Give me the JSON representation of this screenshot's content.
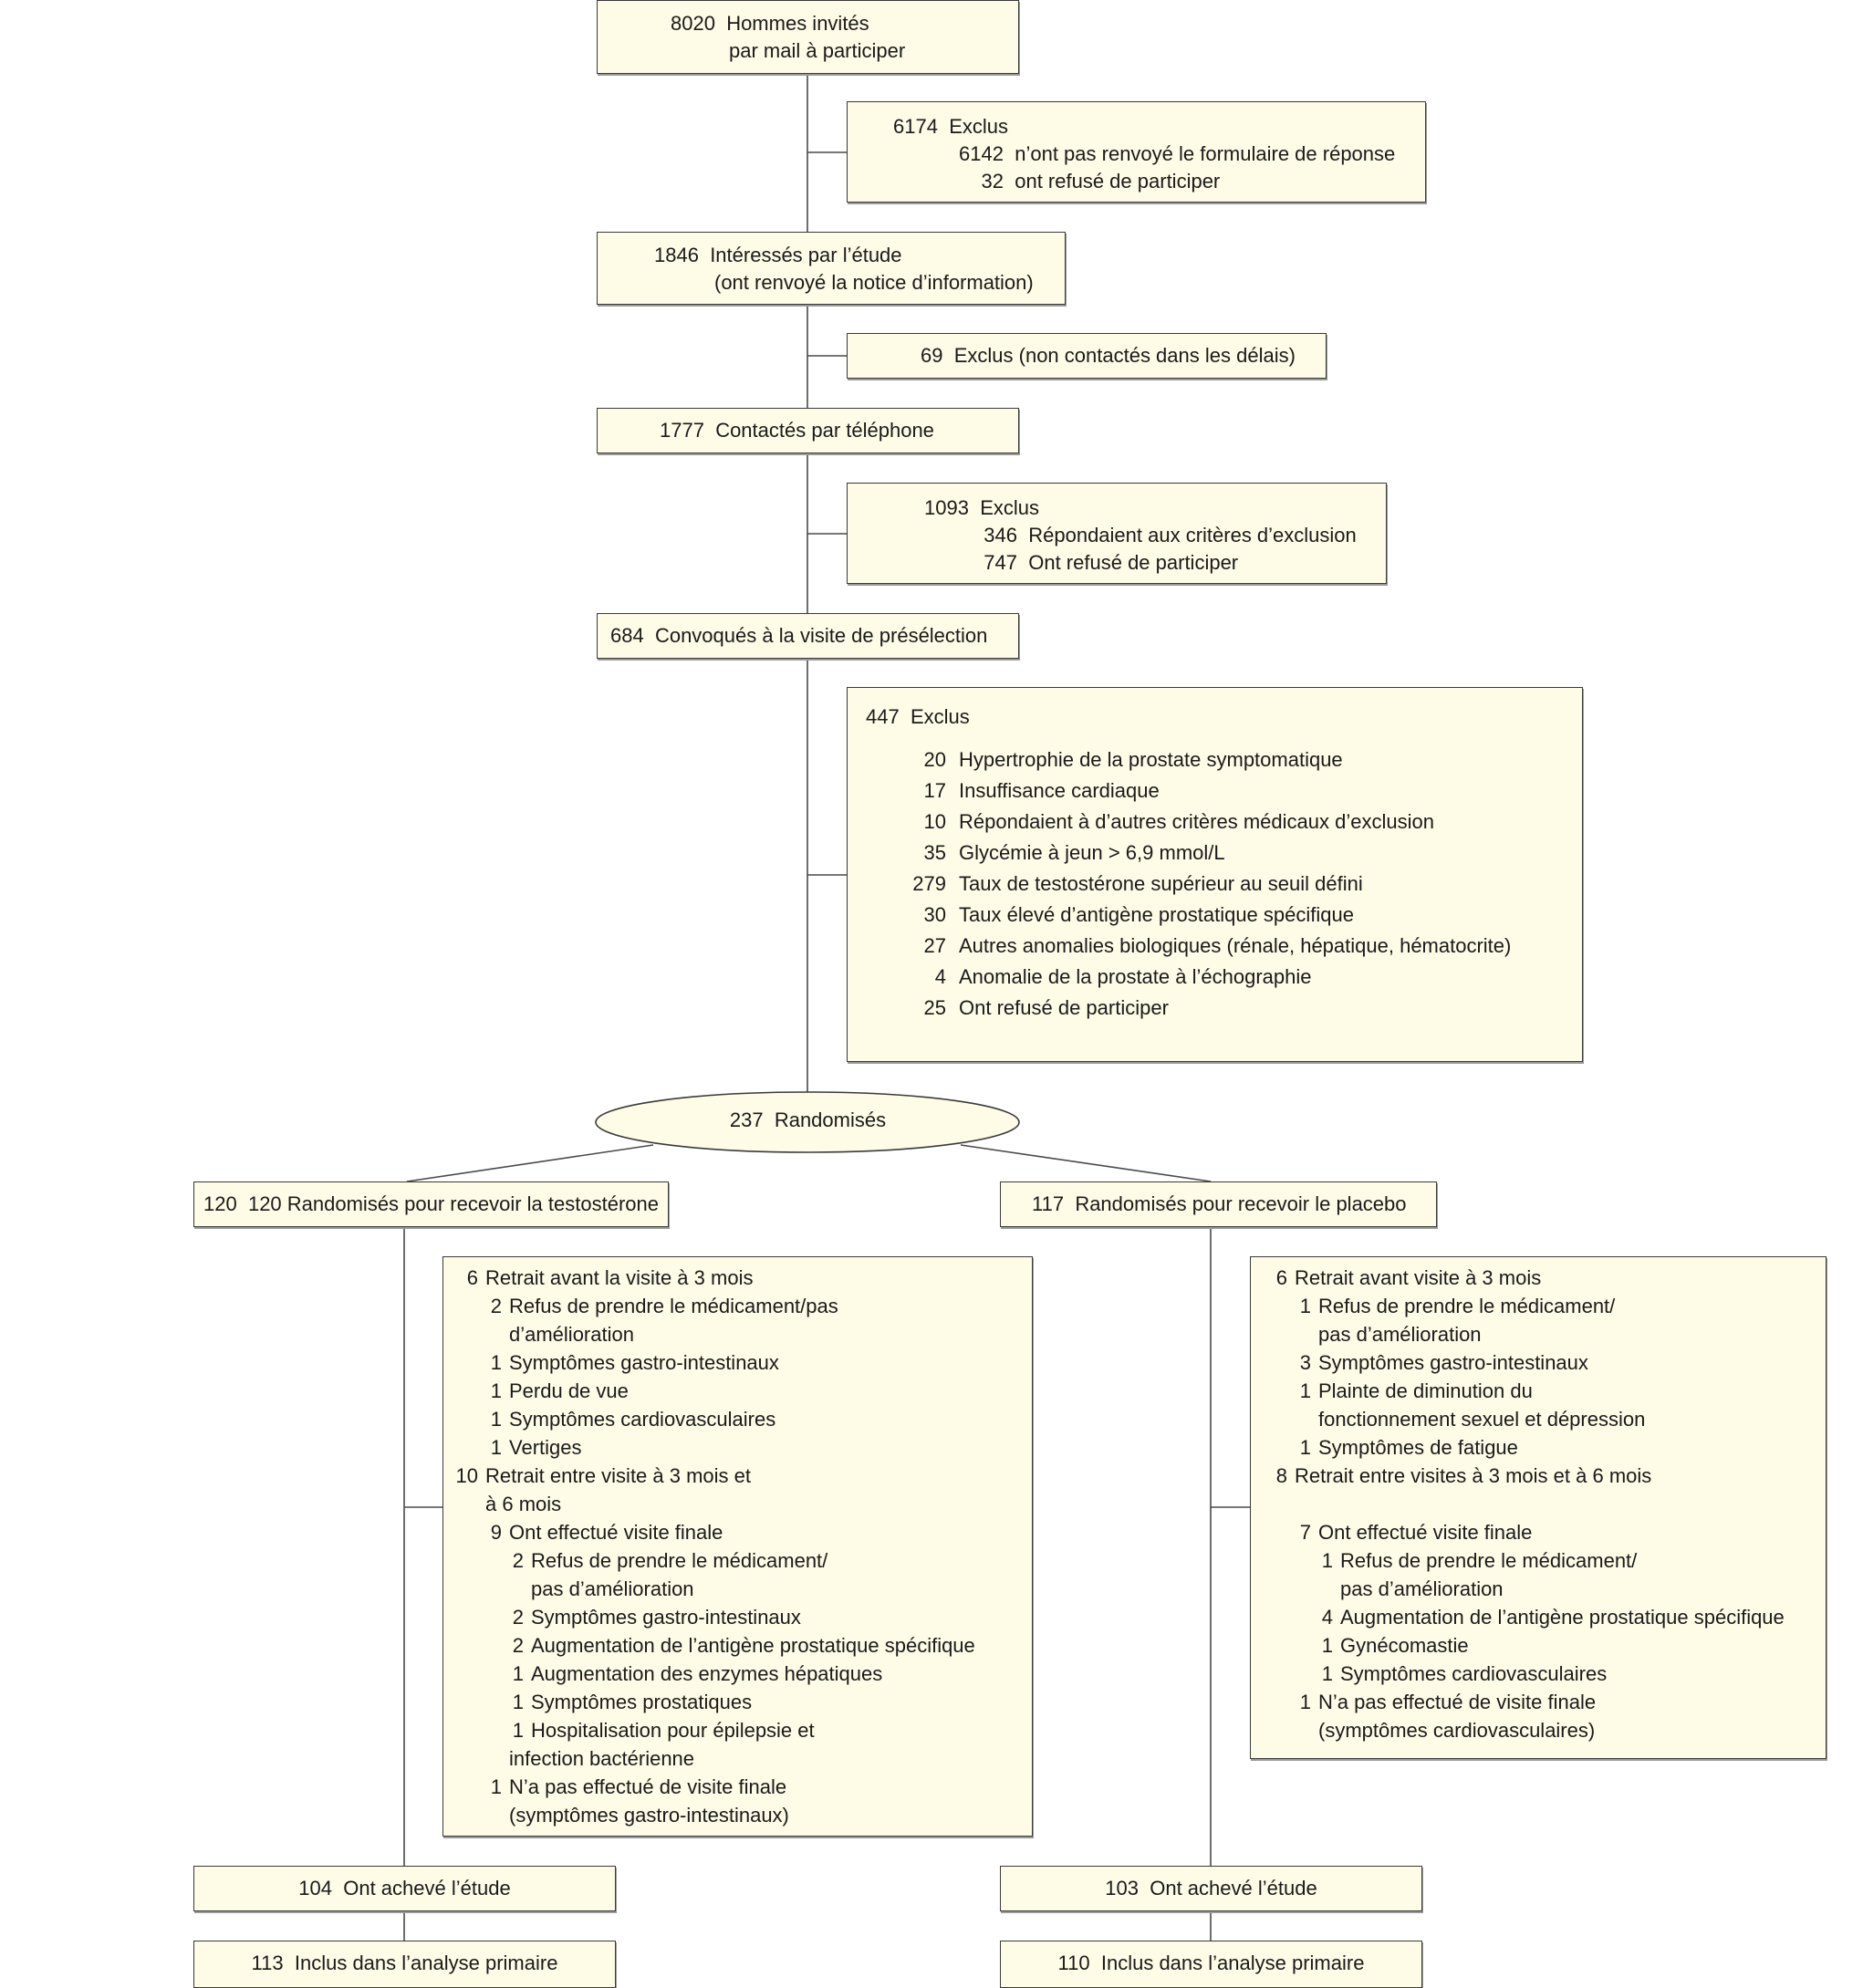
{
  "flow": {
    "invited": {
      "count": "8020",
      "line1": "Hommes invités",
      "line2": "par mail à participer"
    },
    "excluded1": {
      "count": "6174",
      "label": "Exclus",
      "items": [
        {
          "count": "6142",
          "label": "n’ont pas renvoyé le formulaire de réponse"
        },
        {
          "count": "32",
          "label": "ont refusé de participer"
        }
      ]
    },
    "interested": {
      "count": "1846",
      "line1": "Intéressés par l’étude",
      "line2": "(ont renvoyé la notice d’information)"
    },
    "excluded2": {
      "count": "69",
      "label": "Exclus (non contactés dans les délais)"
    },
    "contacted": {
      "count": "1777",
      "label": "Contactés par téléphone"
    },
    "excluded3": {
      "count": "1093",
      "label": "Exclus",
      "items": [
        {
          "count": "346",
          "label": "Répondaient aux critères d’exclusion"
        },
        {
          "count": "747",
          "label": "Ont refusé de participer"
        }
      ]
    },
    "convened": {
      "count": "684",
      "label": "Convoqués à la visite de présélection"
    },
    "excluded4": {
      "count": "447",
      "label": "Exclus",
      "items": [
        {
          "count": "20",
          "label": "Hypertrophie de la prostate symptomatique"
        },
        {
          "count": "17",
          "label": "Insuffisance cardiaque"
        },
        {
          "count": "10",
          "label": "Répondaient à d’autres critères médicaux d’exclusion"
        },
        {
          "count": "35",
          "label": "Glycémie à jeun > 6,9 mmol/L"
        },
        {
          "count": "279",
          "label": "Taux de testostérone supérieur au seuil défini"
        },
        {
          "count": "30",
          "label": "Taux élevé d’antigène prostatique spécifique"
        },
        {
          "count": "27",
          "label": "Autres anomalies biologiques (rénale, hépatique, hématocrite)"
        },
        {
          "count": "4",
          "label": "Anomalie de la prostate à l’échographie"
        },
        {
          "count": "25",
          "label": "Ont refusé de participer"
        }
      ]
    },
    "randomized": {
      "count": "237",
      "label": "Randomisés"
    }
  },
  "arms": {
    "testosterone": {
      "header": {
        "count": "120",
        "label": "120 Randomisés pour recevoir la testostérone"
      },
      "details": [
        {
          "indent": 1,
          "count": "6",
          "text": "Retrait avant la visite à 3 mois"
        },
        {
          "indent": 2,
          "count": "2",
          "text": "Refus de prendre le médicament/pas"
        },
        {
          "indent": 2,
          "count": "",
          "text": "d’amélioration"
        },
        {
          "indent": 2,
          "count": "1",
          "text": "Symptômes gastro-intestinaux"
        },
        {
          "indent": 2,
          "count": "1",
          "text": "Perdu de vue"
        },
        {
          "indent": 2,
          "count": "1",
          "text": "Symptômes cardiovasculaires"
        },
        {
          "indent": 2,
          "count": "1",
          "text": "Vertiges"
        },
        {
          "indent": 1,
          "count": "10",
          "text": "Retrait entre visite à 3 mois et"
        },
        {
          "indent": 1,
          "count": "",
          "text": "à 6 mois"
        },
        {
          "indent": 2,
          "count": "9",
          "text": "Ont effectué visite finale"
        },
        {
          "indent": 3,
          "count": "2",
          "text": "Refus de prendre le médicament/"
        },
        {
          "indent": 3,
          "count": "",
          "text": "pas d’amélioration"
        },
        {
          "indent": 3,
          "count": "2",
          "text": "Symptômes gastro-intestinaux"
        },
        {
          "indent": 3,
          "count": "2",
          "text": "Augmentation de l’antigène prostatique spécifique"
        },
        {
          "indent": 3,
          "count": "1",
          "text": "Augmentation des enzymes hépatiques"
        },
        {
          "indent": 3,
          "count": "1",
          "text": "Symptômes prostatiques"
        },
        {
          "indent": 3,
          "count": "1",
          "text": "Hospitalisation pour épilepsie et"
        },
        {
          "indent": 2,
          "count": "",
          "text": "infection bactérienne"
        },
        {
          "indent": 2,
          "count": "1",
          "text": "N’a pas effectué de visite finale"
        },
        {
          "indent": 2,
          "count": "",
          "text": "(symptômes gastro-intestinaux)"
        }
      ],
      "completed": {
        "count": "104",
        "label": "Ont achevé l’étude"
      },
      "analysis": {
        "count": "113",
        "label": "Inclus dans l’analyse primaire"
      }
    },
    "placebo": {
      "header": {
        "count": "117",
        "label": "Randomisés pour recevoir le placebo"
      },
      "details": [
        {
          "indent": 1,
          "count": "6",
          "text": "Retrait avant visite à 3 mois"
        },
        {
          "indent": 2,
          "count": "1",
          "text": "Refus de prendre le médicament/"
        },
        {
          "indent": 2,
          "count": "",
          "text": "pas d’amélioration"
        },
        {
          "indent": 2,
          "count": "3",
          "text": "Symptômes gastro-intestinaux"
        },
        {
          "indent": 2,
          "count": "1",
          "text": "Plainte de diminution du"
        },
        {
          "indent": 2,
          "count": "",
          "text": "fonctionnement sexuel et dépression"
        },
        {
          "indent": 2,
          "count": "1",
          "text": "Symptômes de fatigue"
        },
        {
          "indent": 1,
          "count": "8",
          "text": "Retrait entre visites à 3 mois et à 6 mois"
        },
        {
          "indent": 1,
          "count": "",
          "text": ""
        },
        {
          "indent": 2,
          "count": "7",
          "text": "Ont effectué visite finale"
        },
        {
          "indent": 3,
          "count": "1",
          "text": "Refus de prendre le médicament/"
        },
        {
          "indent": 3,
          "count": "",
          "text": "pas d’amélioration"
        },
        {
          "indent": 3,
          "count": "4",
          "text": "Augmentation de l’antigène prostatique spécifique"
        },
        {
          "indent": 3,
          "count": "1",
          "text": "Gynécomastie"
        },
        {
          "indent": 3,
          "count": "1",
          "text": "Symptômes cardiovasculaires"
        },
        {
          "indent": 2,
          "count": "1",
          "text": "N’a pas effectué de visite finale"
        },
        {
          "indent": 2,
          "count": "",
          "text": "(symptômes cardiovasculaires)"
        }
      ],
      "completed": {
        "count": "103",
        "label": "Ont achevé l’étude"
      },
      "analysis": {
        "count": "110",
        "label": "Inclus dans l’analyse primaire"
      }
    }
  }
}
